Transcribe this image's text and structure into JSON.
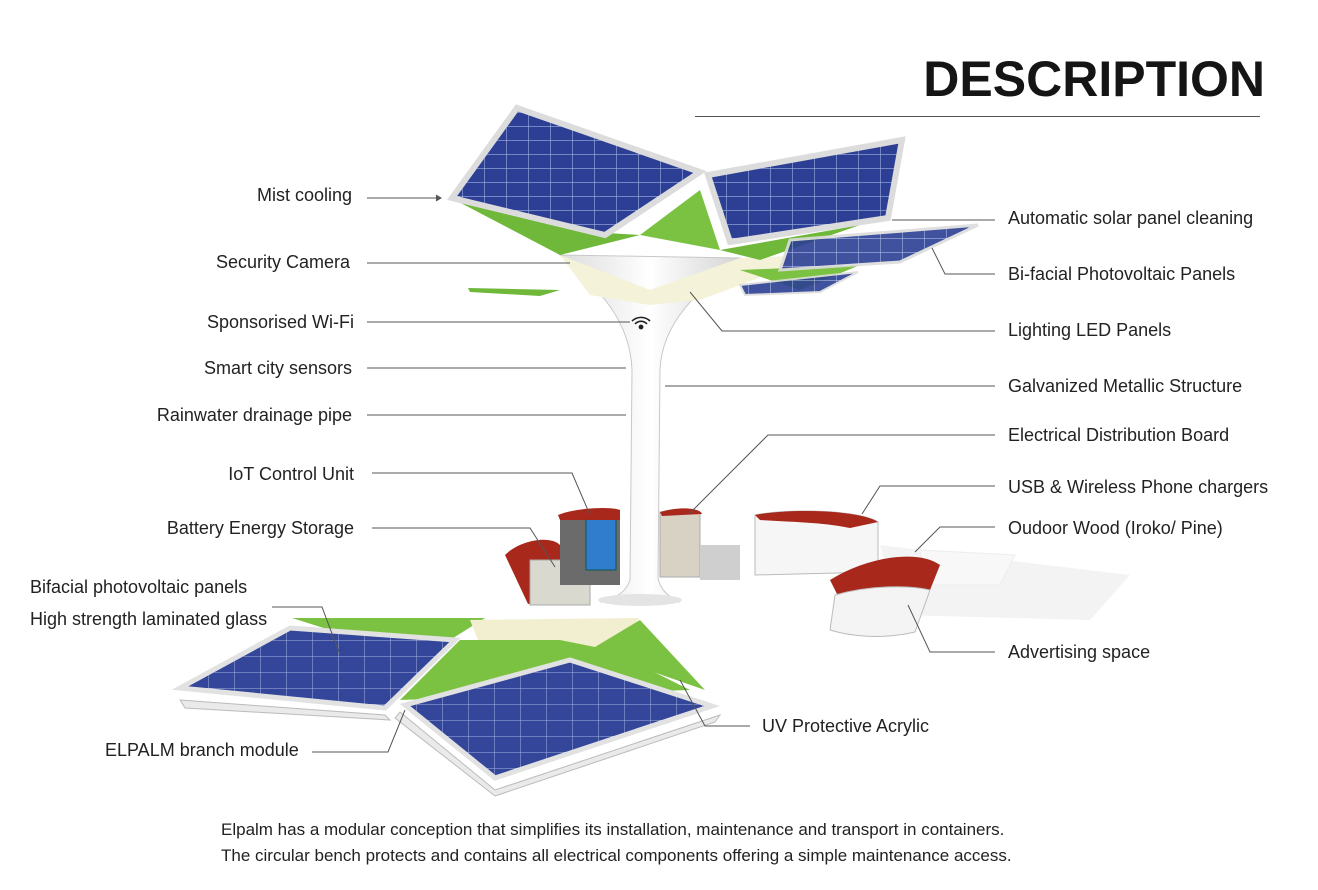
{
  "title": "DESCRIPTION",
  "labels_left": {
    "mist_cooling": "Mist cooling",
    "security_camera": "Security Camera",
    "sponsored_wifi": "Sponsorised Wi-Fi",
    "smart_city_sensors": "Smart city sensors",
    "rainwater_pipe": "Rainwater drainage pipe",
    "iot_control": "IoT Control Unit",
    "battery_storage": "Battery Energy Storage",
    "bifacial_panels": "Bifacial photovoltaic panels",
    "laminated_glass": "High strength laminated glass",
    "branch_module": "ELPALM branch module"
  },
  "labels_right": {
    "auto_cleaning": "Automatic solar panel cleaning",
    "bifacial_pv": "Bi-facial Photovoltaic Panels",
    "led_panels": "Lighting LED Panels",
    "galvanized": "Galvanized Metallic Structure",
    "electrical_board": "Electrical Distribution Board",
    "usb_chargers": "USB & Wireless Phone chargers",
    "wood": "Oudoor Wood (Iroko/ Pine)",
    "advertising": "Advertising space",
    "uv_acrylic": "UV Protective Acrylic"
  },
  "caption": {
    "line1": "Elpalm has a modular conception that simplifies its installation, maintenance and transport in containers.",
    "line2": "The circular bench protects and contains all electrical components offering a simple maintenance access."
  },
  "colors": {
    "panel_blue": "#2c3f94",
    "leaf_green": "#7cc242",
    "bench_red": "#a8281c",
    "structure": "#f2f2f2",
    "line": "#555555"
  },
  "icons": [
    "wifi-icon"
  ]
}
